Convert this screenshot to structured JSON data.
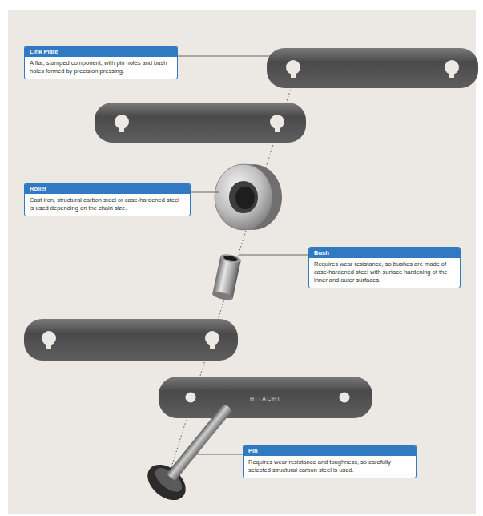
{
  "diagram": {
    "nodes": [
      {
        "text": [
          "Link Plate",
          "A flat, stamped component, with pin holes and bush holes formed by precision pressing."
        ]
      },
      {
        "text": [
          "Roller",
          "Cast iron, structural carbon steel or case-hardened steel is used depending on the chain size."
        ]
      },
      {
        "text": [
          "Bush",
          "Requires wear resistance, so bushes are made of case-hardened steel with surface hardening of the inner and outer surfaces."
        ]
      },
      {
        "text": [
          "Pin",
          "Requires wear resistance and toughness, so carefully selected structural carbon steel is used."
        ]
      }
    ],
    "labels": [
      "HITACHI"
    ]
  }
}
